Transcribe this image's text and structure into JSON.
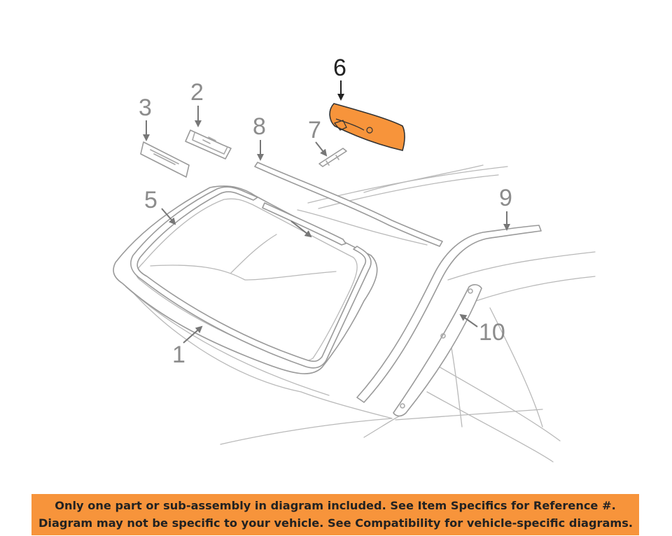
{
  "diagram": {
    "highlight_color": "#f7943b",
    "highlighted_part": "6",
    "callouts": [
      "1",
      "2",
      "3",
      "5",
      "6",
      "7",
      "8",
      "9",
      "10"
    ]
  },
  "notice": {
    "background": "#f7943b",
    "line1": "Only one part or sub-assembly in diagram included. See Item Specifics for Reference #.",
    "line2": "Diagram may not be specific to your vehicle. See Compatibility for vehicle-specific diagrams."
  }
}
